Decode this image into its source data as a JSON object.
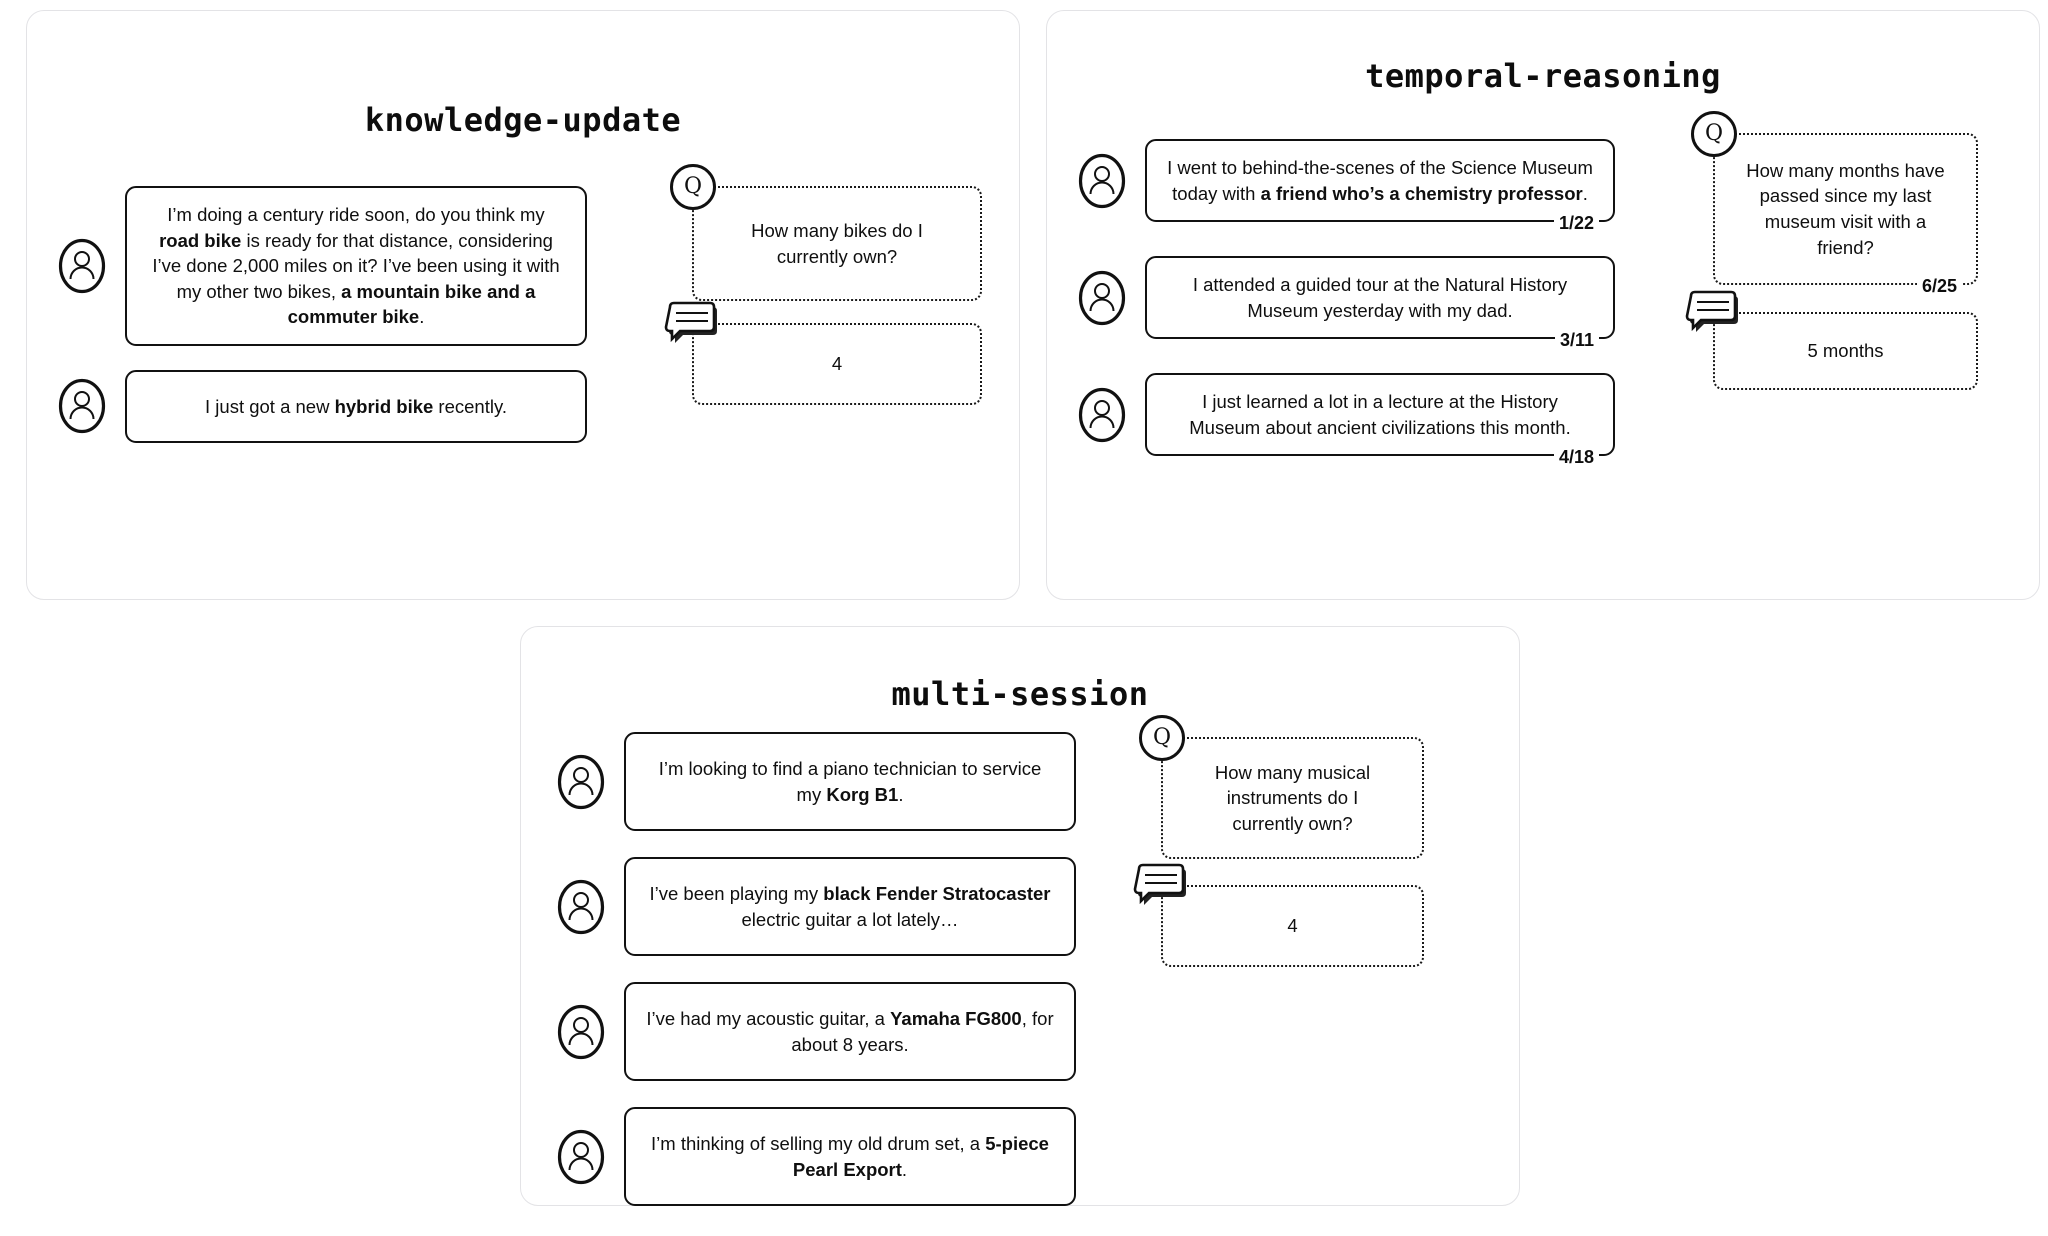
{
  "panels": [
    {
      "id": "knowledge-update",
      "title": "knowledge-update",
      "messages": [
        {
          "html": "I’m doing a century ride soon, do you think my <b>road bike</b> is ready for that distance, considering I’ve done 2,000 miles on it? I’ve been using it with my other two bikes, <b>a mountain bike and a commuter bike</b>.",
          "date": ""
        },
        {
          "html": "I just got a new <b>hybrid bike</b> recently.",
          "date": ""
        }
      ],
      "question": {
        "badge": "Q",
        "text": "How many bikes do I currently own?",
        "date": ""
      },
      "answer": {
        "text": "4",
        "date": ""
      }
    },
    {
      "id": "temporal-reasoning",
      "title": "temporal-reasoning",
      "messages": [
        {
          "html": "I went to behind-the-scenes of the Science Museum today with <b>a friend who’s a chemistry professor</b>.",
          "date": "1/22"
        },
        {
          "html": "I attended a guided tour at the Natural History Museum yesterday with my dad.",
          "date": "3/11"
        },
        {
          "html": "I just learned a lot in a lecture at the History Museum about ancient civilizations this month.",
          "date": "4/18"
        }
      ],
      "question": {
        "badge": "Q",
        "text": "How many months have passed since my last museum visit with a friend?",
        "date": "6/25"
      },
      "answer": {
        "text": "5 months",
        "date": ""
      }
    },
    {
      "id": "multi-session",
      "title": "multi-session",
      "messages": [
        {
          "html": "I’m looking to find a piano technician to service my <b>Korg B1</b>.",
          "date": ""
        },
        {
          "html": "I’ve been playing my <b>black Fender Stratocaster</b> electric guitar a lot lately…",
          "date": ""
        },
        {
          "html": "I’ve had my acoustic guitar, a <b>Yamaha FG800</b>, for about 8 years.",
          "date": ""
        },
        {
          "html": "I’m thinking of selling my old drum set, a <b>5-piece Pearl Export</b>.",
          "date": ""
        }
      ],
      "question": {
        "badge": "Q",
        "text": "How many musical instruments do I currently own?",
        "date": ""
      },
      "answer": {
        "text": "4",
        "date": ""
      }
    }
  ],
  "icons": {
    "avatar": "user-avatar-icon",
    "question": "question-badge-icon",
    "answer": "answer-speech-bubble-icon"
  },
  "colors": {
    "panel_border": "#e3e3e6",
    "bubble_border": "#111111",
    "text": "#0f0f0f",
    "background": "#ffffff"
  }
}
